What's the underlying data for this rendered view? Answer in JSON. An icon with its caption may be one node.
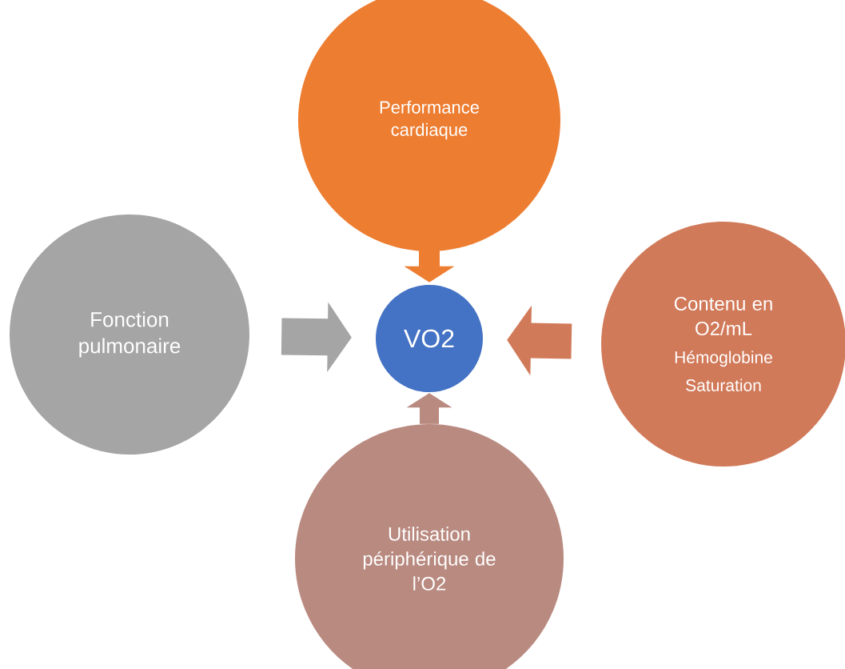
{
  "diagram": {
    "nodes": [
      {
        "text": [
          "Performance cardiaque"
        ]
      },
      {
        "text": [
          "Fonction pulmonaire"
        ]
      },
      {
        "text": [
          "VO2"
        ]
      },
      {
        "text": [
          "Contenu en O2/mL",
          "Hémoglobine",
          "Saturation"
        ]
      },
      {
        "text": [
          "Utilisation périphérique de l’O2"
        ]
      }
    ],
    "edges": [
      {
        "from": 0,
        "to": 2,
        "arrow": "to",
        "color": "#ed7d31"
      },
      {
        "from": 1,
        "to": 2,
        "arrow": "to",
        "color": "#a5a5a5"
      },
      {
        "from": 3,
        "to": 2,
        "arrow": "to",
        "color": "#d17a5a"
      },
      {
        "from": 4,
        "to": 2,
        "arrow": "to",
        "color": "#b98a80"
      }
    ]
  }
}
